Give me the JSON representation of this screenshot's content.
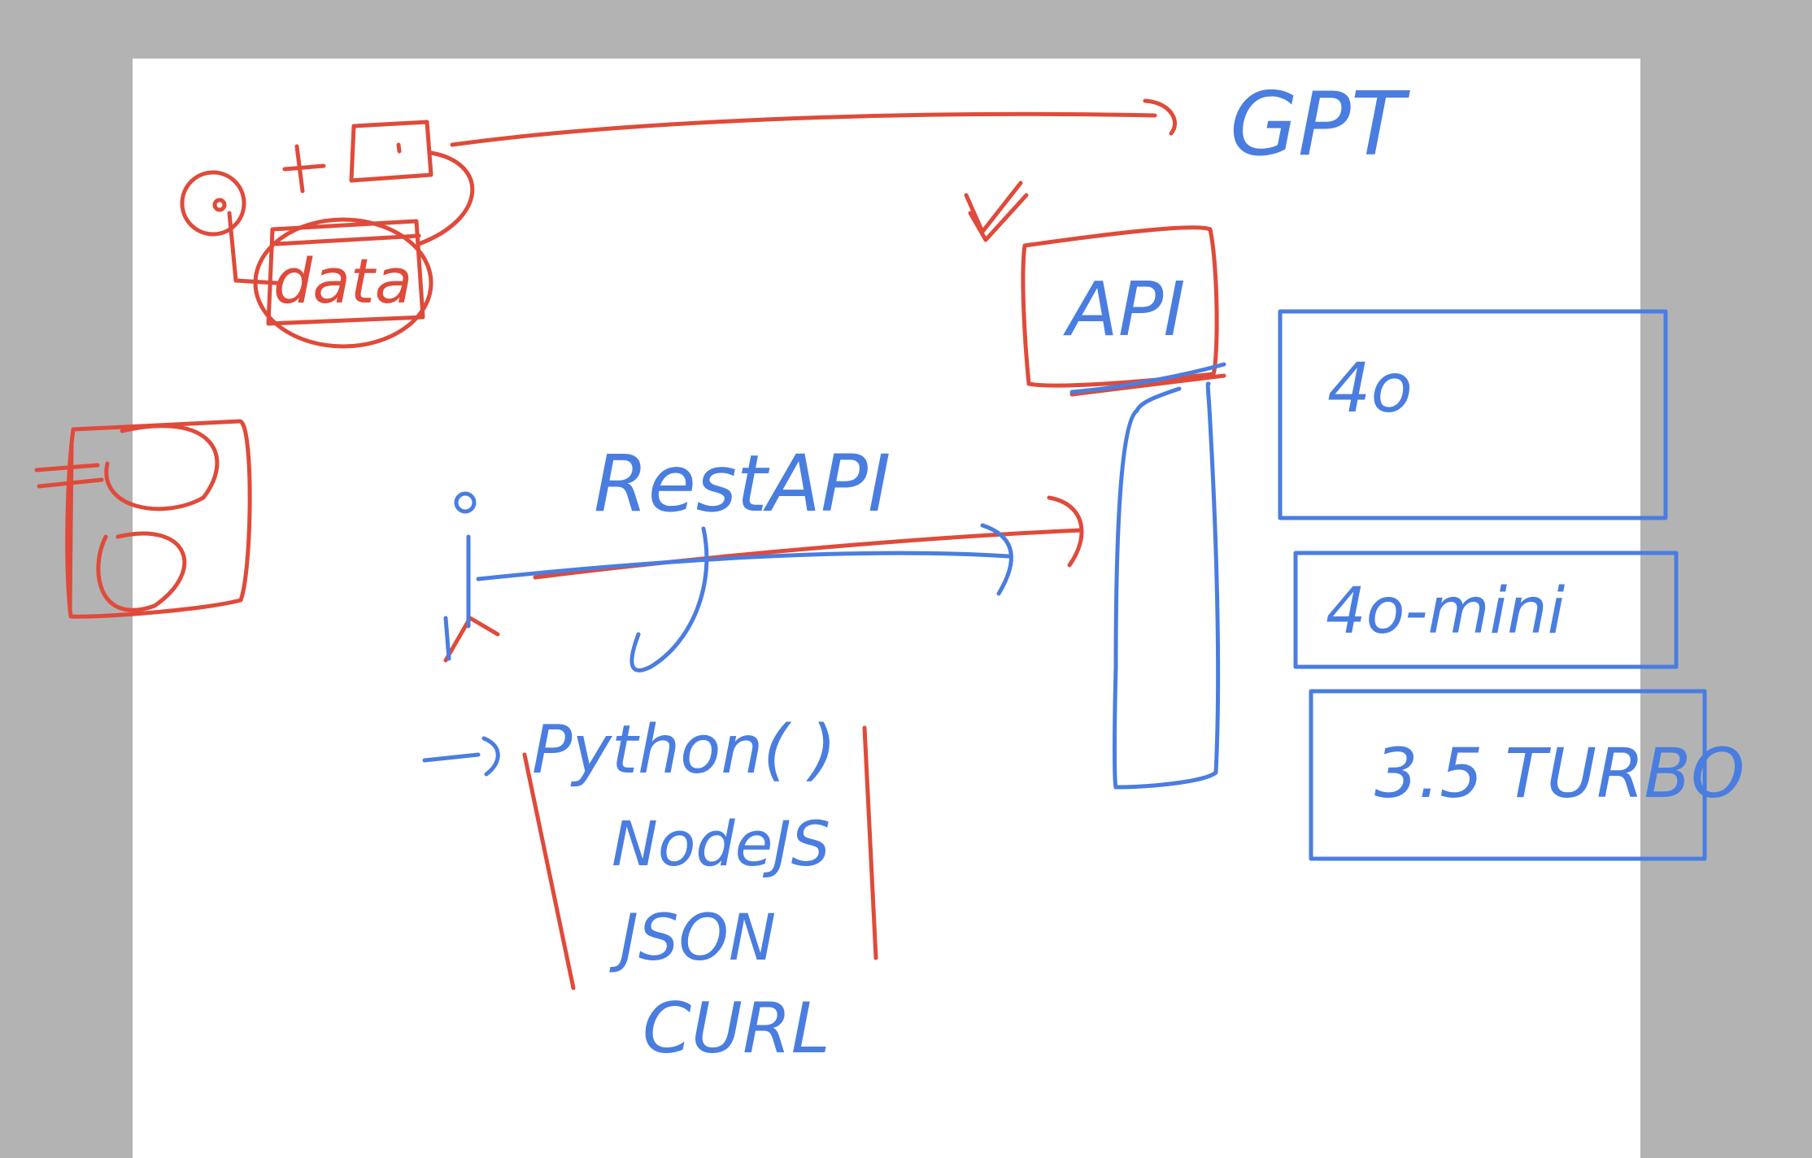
{
  "colors": {
    "background": "#b3b3b3",
    "page": "#ffffff",
    "red_ink": "#e04a3a",
    "blue_ink": "#4a7de0"
  },
  "labels": {
    "gpt": "GPT",
    "data": "data",
    "api": "API",
    "rest_api": "RestAPI",
    "model_4o": "4o",
    "model_4o_mini": "4o-mini",
    "model_35_turbo": "3.5 TURBO",
    "lang_python": "Python( )",
    "lang_nodejs": "NodeJS",
    "lang_json": "JSON",
    "lang_curl": "CURL"
  }
}
